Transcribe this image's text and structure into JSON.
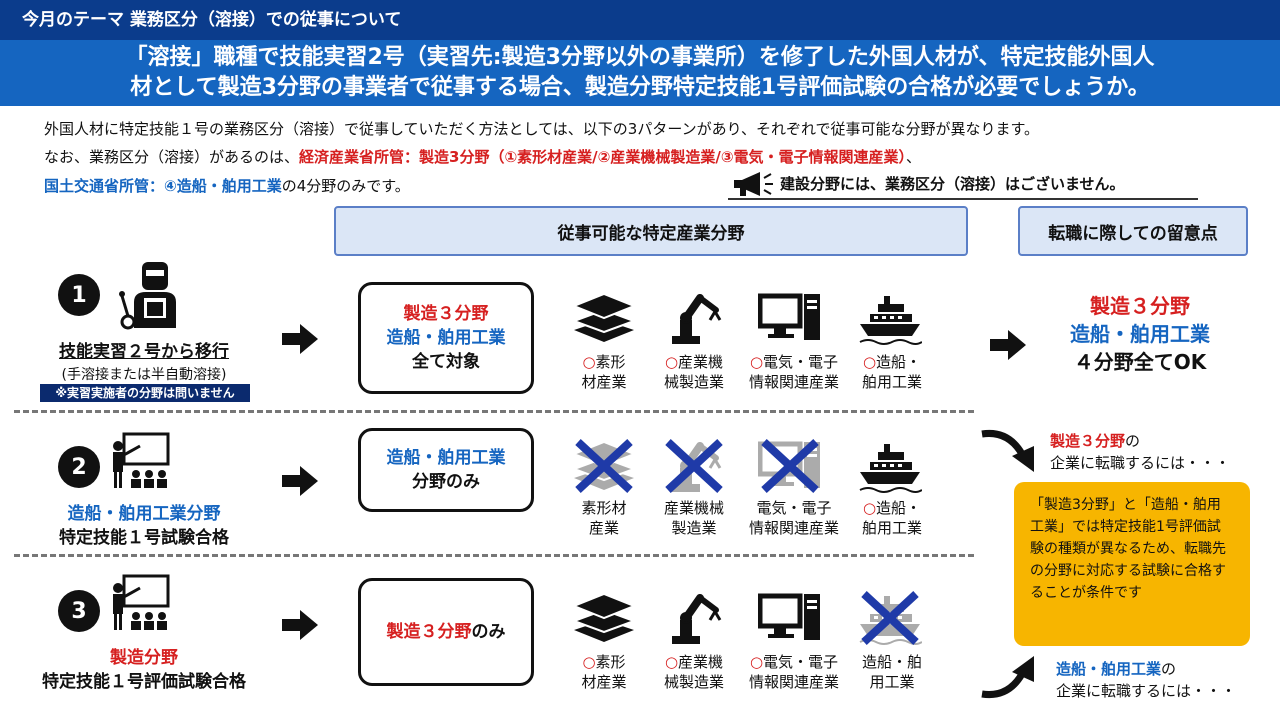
{
  "header": {
    "title": "今月のテーマ  業務区分（溶接）での従事について",
    "question_line1": "「溶接」職種で技能実習2号（実習先:製造3分野以外の事業所）を修了した外国人材が、特定技能外国人",
    "question_line2": "材として製造3分野の事業者で従事する場合、製造分野特定技能1号評価試験の合格が必要でしょうか。"
  },
  "intro": {
    "line1": "外国人材に特定技能１号の業務区分（溶接）で従事していただく方法としては、以下の3パターンがあり、それぞれで従事可能な分野が異なります。",
    "line2_prefix": "なお、業務区分（溶接）があるのは、",
    "line2_red": "経済産業省所管：製造3分野（①素形材産業/②産業機械製造業/③電気・電子情報関連産業）",
    "line2_suffix": "、",
    "line3_blue": "国土交通省所管：④造船・舶用工業",
    "line3_suffix": "の4分野のみです。",
    "notice": "建設分野には、業務区分（溶接）はございません。"
  },
  "headers": {
    "fields": "従事可能な特定産業分野",
    "caution": "転職に際しての留意点"
  },
  "rows": [
    {
      "number": "1",
      "label_line1": "技能実習２号から移行",
      "label_line2": "(手溶接または半自動溶接)",
      "label_note": "※実習実施者の分野は問いません",
      "box_red": "製造３分野",
      "box_blue": "造船・舶用工業",
      "box_black": "全て対象",
      "categories": [
        {
          "mark": "○",
          "text1": "素形",
          "text2": "材産業",
          "icon": "layers-icon",
          "crossed": false
        },
        {
          "mark": "○",
          "text1": "産業機",
          "text2": "械製造業",
          "icon": "robot-arm-icon",
          "crossed": false
        },
        {
          "mark": "○",
          "text1": "電気・電子",
          "text2": "情報関連産業",
          "icon": "computer-icon",
          "crossed": false
        },
        {
          "mark": "○",
          "text1": "造船・",
          "text2": "舶用工業",
          "icon": "ship-icon",
          "crossed": false
        }
      ],
      "result_red": "製造３分野",
      "result_blue": "造船・舶用工業",
      "result_black": "４分野全てOK"
    },
    {
      "number": "2",
      "label_blue": "造船・舶用工業分野",
      "label_black": "特定技能１号試験合格",
      "box_blue": "造船・舶用工業",
      "box_black": "分野のみ",
      "categories": [
        {
          "mark": "",
          "text1": "素形材",
          "text2": "産業",
          "icon": "layers-icon",
          "crossed": true
        },
        {
          "mark": "",
          "text1": "産業機械",
          "text2": "製造業",
          "icon": "robot-arm-icon",
          "crossed": true
        },
        {
          "mark": "",
          "text1": "電気・電子",
          "text2": "情報関連産業",
          "icon": "computer-icon",
          "crossed": true
        },
        {
          "mark": "○",
          "text1": "造船・",
          "text2": "舶用工業",
          "icon": "ship-icon",
          "crossed": false
        }
      ]
    },
    {
      "number": "3",
      "label_red": "製造分野",
      "label_black": "特定技能１号評価試験合格",
      "box_red": "製造３分野",
      "box_black": "のみ",
      "categories": [
        {
          "mark": "○",
          "text1": "素形",
          "text2": "材産業",
          "icon": "layers-icon",
          "crossed": false
        },
        {
          "mark": "○",
          "text1": "産業機",
          "text2": "械製造業",
          "icon": "robot-arm-icon",
          "crossed": false
        },
        {
          "mark": "○",
          "text1": "電気・電子",
          "text2": "情報関連産業",
          "icon": "computer-icon",
          "crossed": false
        },
        {
          "mark": "",
          "text1": "造船・舶",
          "text2": "用工業",
          "icon": "ship-icon",
          "crossed": true
        }
      ]
    }
  ],
  "caution": {
    "top_red": "製造３分野",
    "top_suffix": "の",
    "top_line2": "企業に転職するには・・・",
    "note_text": "「製造3分野」と「造船・舶用工業」では特定技能1号評価試験の種類が異なるため、転職先の分野に対応する試験に合格することが条件です",
    "bottom_blue": "造船・舶用工業",
    "bottom_suffix": "の",
    "bottom_line2": "企業に転職するには・・・"
  },
  "colors": {
    "dark_blue": "#0b3c8c",
    "blue": "#1565c0",
    "red": "#d62020",
    "amber": "#f7b500",
    "cross": "#1f3aa8"
  }
}
